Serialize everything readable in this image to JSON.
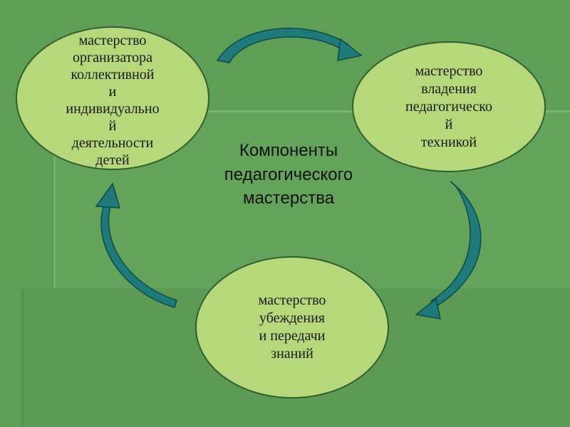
{
  "diagram": {
    "center_title": "Компоненты\nпедагогического\nмастерства",
    "nodes": {
      "top_left": "мастерство\nорганизатора\nколлективной\nи\nиндивидуально\nй\nдеятельности\nдетей",
      "top_right": "мастерство\nвладения\nпедагогическо\nй\nтехникой",
      "bottom": "мастерство\nубеждения\nи передачи\nзнаний"
    }
  },
  "colors": {
    "background": "#5f9e57",
    "ellipse_fill": "#b6d77a",
    "arrow": "#1f7a7a"
  }
}
